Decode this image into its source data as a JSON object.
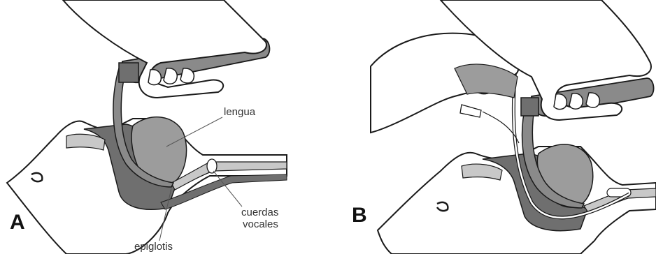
{
  "panels": [
    {
      "letter": "A",
      "labels": {
        "tongue": "lengua",
        "vocal_cords_1": "cuerdas",
        "vocal_cords_2": "vocales",
        "epiglottis": "epiglotis"
      }
    },
    {
      "letter": "B"
    }
  ],
  "colors": {
    "outline": "#1a1a1a",
    "skin": "#ffffff",
    "tissue_dark": "#6f6f6f",
    "tissue_mid": "#9c9c9c",
    "tissue_light": "#c8c8c8",
    "metal": "#8a8a8a"
  }
}
